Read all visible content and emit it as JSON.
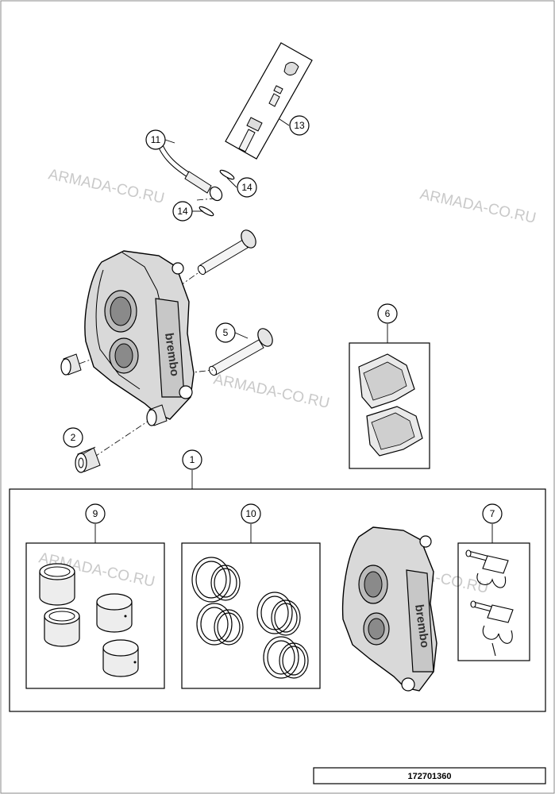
{
  "diagram": {
    "part_number": "172701360",
    "watermark": "ARMADA-CO.RU",
    "logo_text": "brembo",
    "callouts": {
      "c1": "1",
      "c2": "2",
      "c5": "5",
      "c6": "6",
      "c7": "7",
      "c9": "9",
      "c10": "10",
      "c11": "11",
      "c13": "13",
      "c14a": "14",
      "c14b": "14"
    }
  }
}
